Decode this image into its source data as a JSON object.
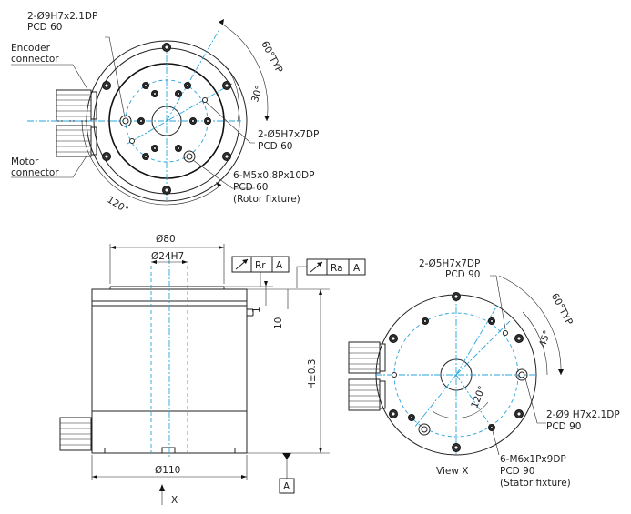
{
  "top_view": {
    "pin_holes_label": [
      "2-Ø9H7x2.1DP",
      "PCD 60"
    ],
    "encoder_label": [
      "Encoder",
      "connector"
    ],
    "motor_label": [
      "Motor",
      "connector"
    ],
    "angle_60": "60°TYP",
    "angle_30": "30°",
    "angle_120": "120°",
    "small_holes_label": [
      "2-Ø5H7x7DP",
      "PCD 60"
    ],
    "rotor_label": [
      "6-M5x0.8Px10DP",
      "PCD 60",
      "(Rotor fixture)"
    ]
  },
  "side_view": {
    "dia_80": "Ø80",
    "dia_24": "Ø24H7",
    "tol_rr": [
      "Rr",
      "A"
    ],
    "tol_ra": [
      "Ra",
      "A"
    ],
    "dim_1": "1",
    "dim_10": "10",
    "height": "H±0.3",
    "dia_110": "Ø110",
    "datum": "A",
    "view_arrow": "X"
  },
  "bottom_view": {
    "small_holes_label": [
      "2-Ø5H7x7DP",
      "PCD 90"
    ],
    "angle_60": "60°TYP",
    "angle_45": "45°",
    "angle_120": "120°",
    "pin_holes_label": [
      "2-Ø9 H7x2.1DP",
      "PCD 90"
    ],
    "stator_label": [
      "6-M6x1Px9DP",
      "PCD 90",
      "(Stator fixture)"
    ],
    "view_label": "View X"
  }
}
